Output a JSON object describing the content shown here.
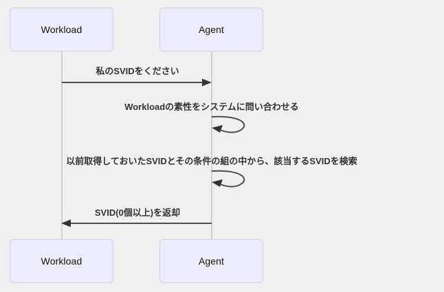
{
  "diagram": {
    "type": "sequence-diagram",
    "background_color": "#f0f0f0",
    "participants": [
      {
        "id": "workload",
        "label": "Workload"
      },
      {
        "id": "agent",
        "label": "Agent"
      }
    ],
    "participant_box": {
      "fill_color": "#ececfc",
      "border_color": "#d6d0ee",
      "text_color": "#131300"
    },
    "lifeline_color": "#d0d0d0",
    "message_color": "#333333",
    "messages": [
      {
        "id": "msg1",
        "label": "私のSVIDをください",
        "from": "workload",
        "to": "agent",
        "kind": "arrow",
        "direction": "right"
      },
      {
        "id": "msg2",
        "label": "Workloadの素性をシステムに問い合わせる",
        "from": "agent",
        "to": "agent",
        "kind": "self-loop",
        "direction": "self"
      },
      {
        "id": "msg3",
        "label": "以前取得しておいたSVIDとその条件の組の中から、該当するSVIDを検索",
        "from": "agent",
        "to": "agent",
        "kind": "self-loop",
        "direction": "self"
      },
      {
        "id": "msg4",
        "label": "SVID(0個以上)を返却",
        "from": "agent",
        "to": "workload",
        "kind": "arrow",
        "direction": "left"
      }
    ]
  }
}
